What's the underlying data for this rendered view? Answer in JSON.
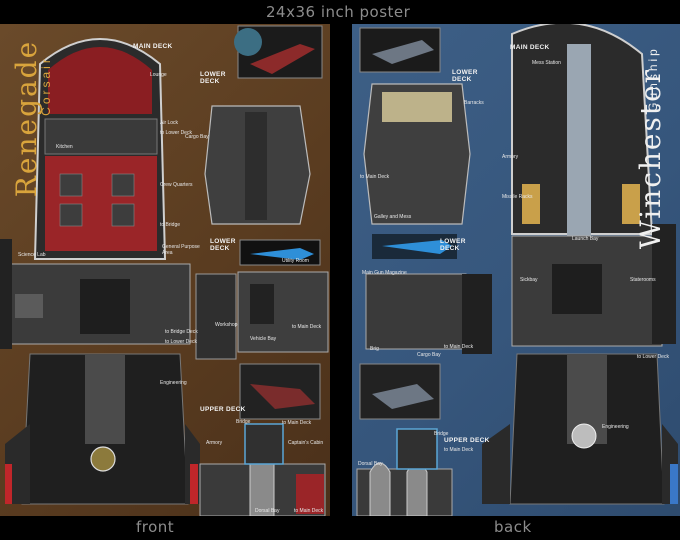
{
  "caption_top": "24x36 inch poster",
  "caption_front": "front",
  "caption_back": "back",
  "front": {
    "ship_name": "Renegade",
    "ship_class": "Corsair",
    "colors": {
      "background": "#5a3c20",
      "accent": "#d9a43c",
      "hull_red": "#9a2528"
    },
    "deck_labels": {
      "main": "MAIN DECK",
      "lower1": "LOWER DECK",
      "lower2": "LOWER DECK",
      "upper": "UPPER DECK"
    },
    "rooms": {
      "lounge": "Lounge",
      "air_lock": "Air Lock",
      "to_lower_deck": "to Lower Deck",
      "kitchen": "Kitchen",
      "crew_quarters": "Crew Quarters",
      "cargo_bay": "Cargo Bay",
      "science_lab": "Science Lab",
      "general_purpose_area": "General Purpose Area",
      "to_bridge": "to Bridge",
      "utility_room": "Utility Room",
      "workshop": "Workshop",
      "vehicle_bay": "Vehicle Bay",
      "to_main_deck_1": "to Main Deck",
      "to_bridge_2": "to Bridge Deck",
      "to_lower_deck_2": "to Lower Deck",
      "engineering": "Engineering",
      "armory": "Armory",
      "bridge": "Bridge",
      "to_main_deck_2": "to Main Deck",
      "captains_cabin": "Captain's Cabin",
      "dorsal_bay": "Dorsal Bay",
      "to_main_deck_3": "to Main Deck"
    }
  },
  "back": {
    "ship_name": "Winchester",
    "ship_class": "Gunship",
    "colors": {
      "background": "#36567c",
      "accent": "#e8e8e8",
      "hull_gray": "#8a8a8a"
    },
    "deck_labels": {
      "main": "MAIN DECK",
      "lower1": "LOWER DECK",
      "lower2": "LOWER DECK",
      "upper": "UPPER DECK"
    },
    "rooms": {
      "barracks": "Barracks",
      "mess_station": "Mess Station",
      "armory": "Armory",
      "galley_mess": "Galley and Mess",
      "to_main_deck": "to Main Deck",
      "launch_bay": "Launch Bay",
      "main_gun_magazine": "Main Gun Magazine",
      "sickbay": "Sickbay",
      "staterooms": "Staterooms",
      "brig": "Brig",
      "cargo_bay": "Cargo Bay",
      "to_main_deck_2": "to Main Deck",
      "to_lower_deck": "to Lower Deck",
      "bridge": "Bridge",
      "to_main_deck_3": "to Main Deck",
      "engineering": "Engineering",
      "dorsal_bay": "Dorsal Bay",
      "missile_racks": "Missile Racks"
    }
  }
}
